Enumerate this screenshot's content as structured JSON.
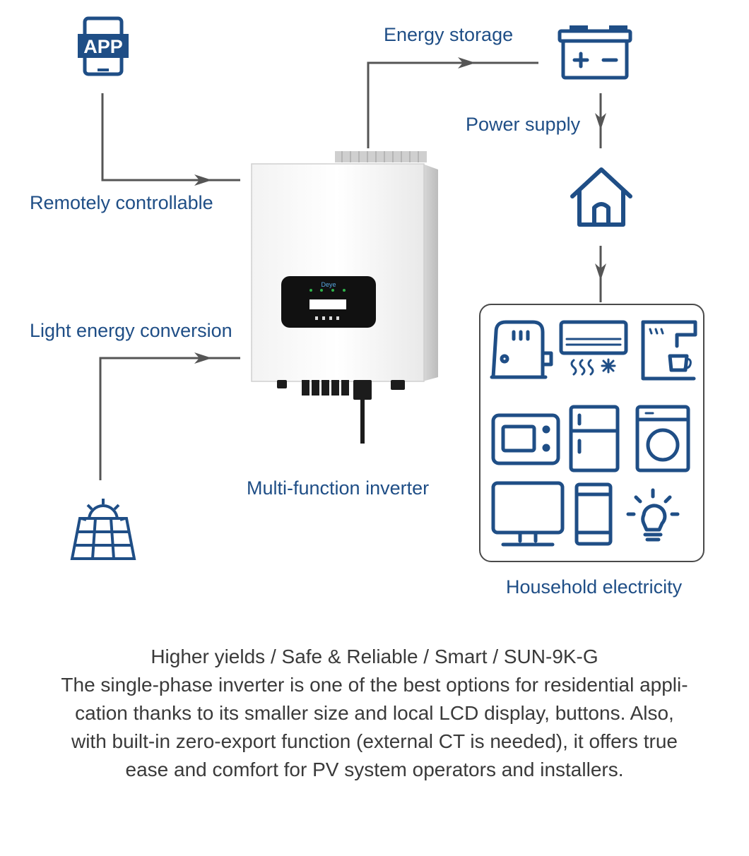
{
  "labels": {
    "app_badge": "APP",
    "energy_storage": "Energy storage",
    "power_supply": "Power supply",
    "remotely_controllable": "Remotely controllable",
    "light_energy_conversion": "Light energy conversion",
    "multi_function_inverter": "Multi-function inverter",
    "household_electricity": "Household electricity"
  },
  "inverter_brand": "Deye",
  "description": {
    "tagline": "Higher yields / Safe & Reliable / Smart /  SUN-9K-G",
    "lines": [
      "The single-phase inverter is one of the best options for residential appli-",
      "cation thanks to its smaller size and local LCD display, buttons. Also,",
      "with built-in zero-export function (external CT is needed), it offers true",
      "ease and comfort for PV system operators and installers."
    ]
  },
  "icons": {
    "app": "app-tablet-icon",
    "battery": "battery-icon",
    "house": "house-icon",
    "solar_panel": "solar-panel-icon",
    "appliances": [
      "toaster-icon",
      "air-conditioner-icon",
      "coffee-machine-icon",
      "microwave-icon",
      "refrigerator-icon",
      "washing-machine-icon",
      "monitor-icon",
      "smartphone-icon",
      "light-bulb-icon"
    ]
  },
  "colors": {
    "icon_blue": "#1f4e86",
    "line_gray": "#555555",
    "text_gray": "#3a3a3a"
  }
}
